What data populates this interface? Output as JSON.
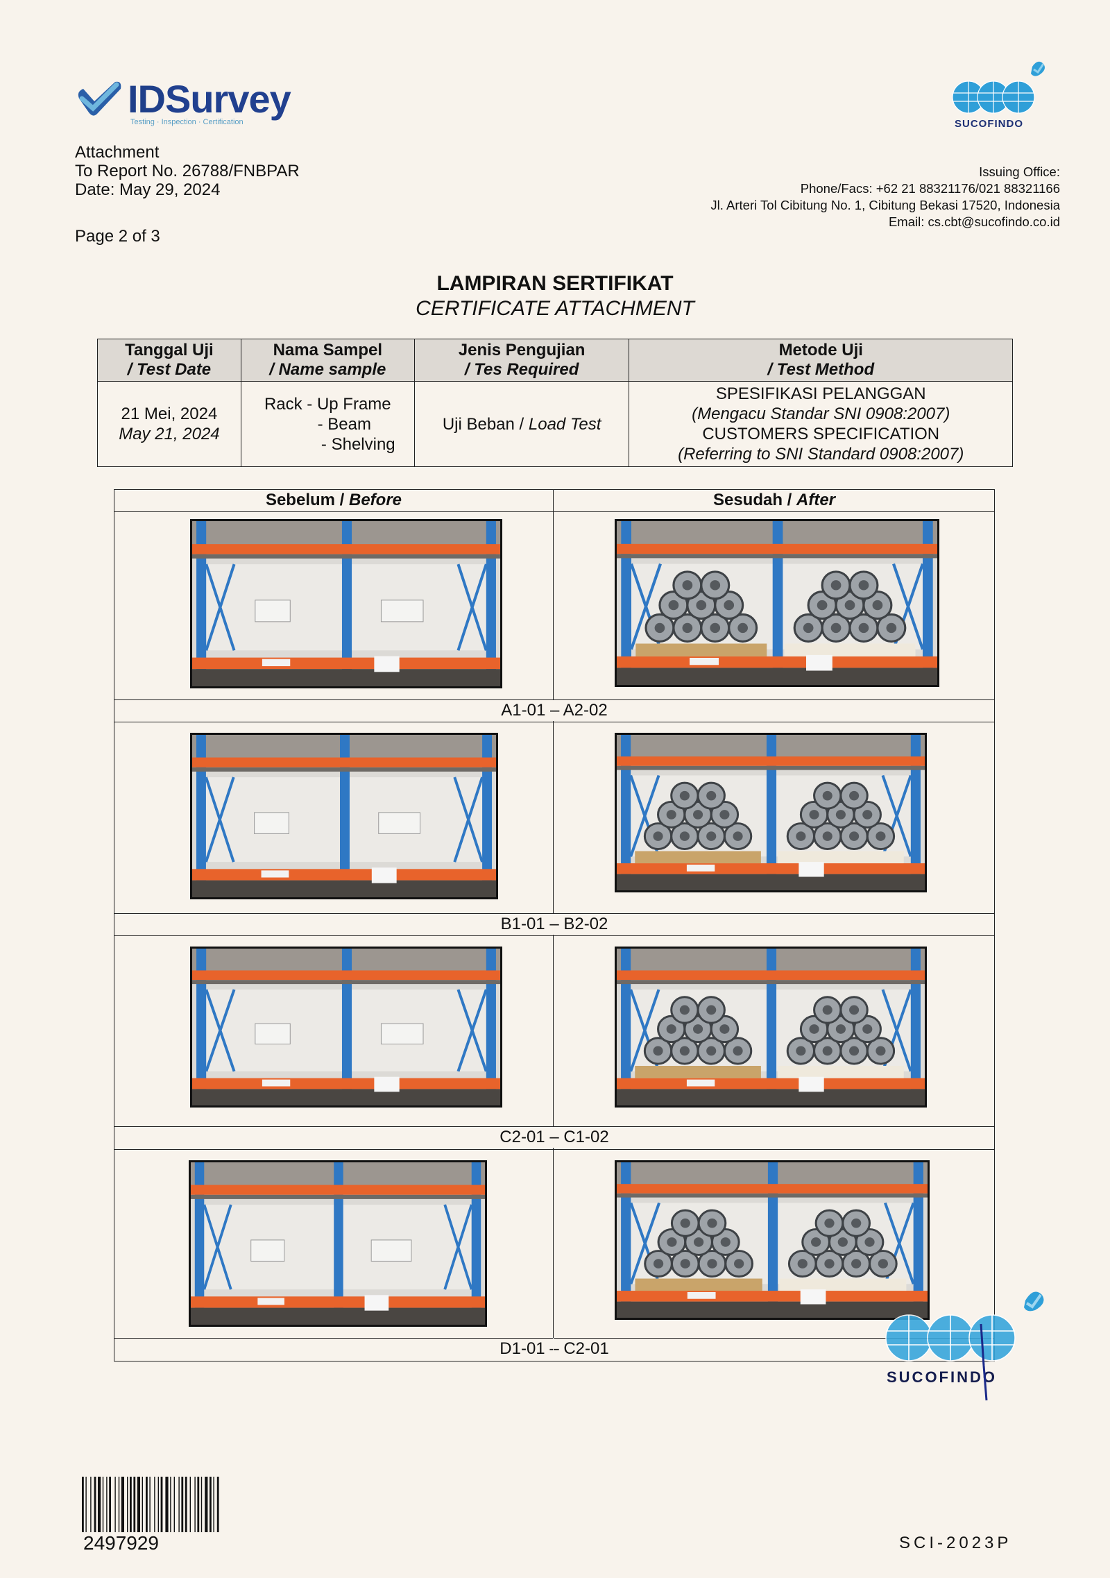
{
  "logos": {
    "idsurvey": {
      "wordmark_id": "ID",
      "wordmark_survey": "Survey",
      "tagline": "Testing · Inspection · Certification"
    },
    "sucofindo": {
      "label": "SUCOFINDO"
    }
  },
  "header": {
    "attachment": "Attachment",
    "report_no": "To Report No. 26788/FNBPAR",
    "date": "Date: May 29, 2024",
    "page": "Page 2  of 3"
  },
  "issuing_office": {
    "label": "Issuing Office:",
    "phone": "Phone/Facs: +62 21 88321176/021 88321166",
    "address": "Jl. Arteri Tol Cibitung No. 1, Cibitung Bekasi 17520, Indonesia",
    "email": "Email: cs.cbt@sucofindo.co.id"
  },
  "title": {
    "main": "LAMPIRAN SERTIFIKAT",
    "sub": "CERTIFICATE ATTACHMENT"
  },
  "info_table": {
    "headers": [
      {
        "id": "Tanggal Uji",
        "en": "/ Test Date"
      },
      {
        "id": "Nama Sampel",
        "en": "/ Name sample"
      },
      {
        "id": "Jenis Pengujian",
        "en": "/ Tes Required"
      },
      {
        "id": "Metode Uji",
        "en": "/ Test Method"
      }
    ],
    "test_date_id": "21 Mei, 2024",
    "test_date_en": "May 21, 2024",
    "sample_1": "Rack - Up Frame",
    "sample_2": "- Beam",
    "sample_3": "- Shelving",
    "test_required_id": "Uji Beban /",
    "test_required_en": "Load Test",
    "method_1": "SPESIFIKASI PELANGGAN",
    "method_2": "(Mengacu Standar SNI 0908:2007)",
    "method_3": "CUSTOMERS SPECIFICATION",
    "method_4": "(Referring to SNI Standard 0908:2007)"
  },
  "photo_table": {
    "before_id": "Sebelum /",
    "before_en": "Before",
    "after_id": "Sesudah /",
    "after_en": "After",
    "rows": [
      {
        "label": "A1-01 – A2-02"
      },
      {
        "label": "B1-01 – B2-02"
      },
      {
        "label": "C2-01 – C1-02"
      },
      {
        "label": "D1-01 – C2-01"
      }
    ]
  },
  "colors": {
    "rack_orange": "#e8632b",
    "rack_blue": "#2f78c4",
    "brand_navy": "#1f3f8a",
    "globe_blue": "#2f9fd8"
  },
  "footer": {
    "barcode_number": "2497929",
    "form_code": "SCI-2023P"
  }
}
